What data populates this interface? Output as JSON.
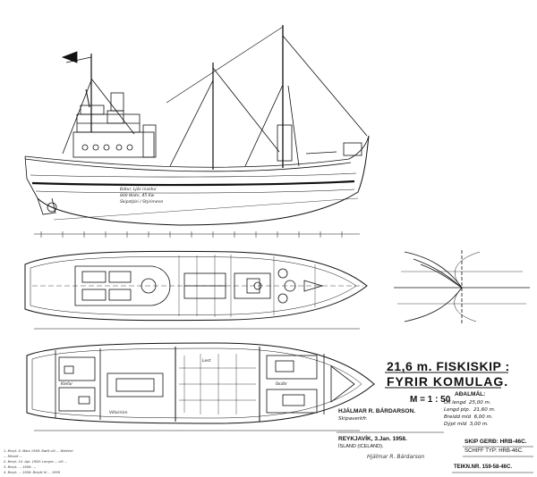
{
  "title_block": {
    "title_line1": "21,6 m. FISKISKIP :",
    "title_line2": "FYRIR KOMULAG.",
    "scale": "M = 1 : 50",
    "designer": "HJÁLMAR R. BÁRDARSON.",
    "firm": "Skipaverkfr.",
    "place_date": "REYKJAVÍK, 3.Jan. 1958.",
    "country": "ÍSLAND (ICELAND).",
    "signature": "Hjálmar R. Bárdarson",
    "main_dims_title": "AÐALMÁL:",
    "main_dims": [
      {
        "label": "Öll lengd",
        "value": "25,00 m."
      },
      {
        "label": "Lengd ptp.",
        "value": "21,60 m."
      },
      {
        "label": "Breidd mld",
        "value": "6,00 m."
      },
      {
        "label": "Dýpt mld",
        "value": "3,00 m."
      }
    ],
    "ship_reg": "SKIP GERÐ: HRB-46C.",
    "ship_type": "SCHIFF TYP: HRB-46C.",
    "drawing_number": "TEIKN.NR. 159-58-46C."
  },
  "plan_labels": {
    "profile_note_1": "Bátur, Ljós mastur",
    "profile_note_2": "800 Watn, 45 Kw",
    "profile_note_3": "Skipstjóri / Stýrimenn",
    "deck_lower_1": "Vélarrúm",
    "deck_lower_2": "Lest",
    "deck_lower_3": "Íbúðir",
    "deck_lower_4": "Klefar"
  },
  "revision_notes": [
    "1. Breyt. 8. Marz 1958: Bætt við ... Weitere",
    "   ... Minnkt ...",
    "2. Breyt. 10. Apr. 1958: Lengra ... við ...",
    "3. Breyt. ... 1958: ...",
    "4. Breyt. ... 1958: Breytt til ... 1959"
  ]
}
